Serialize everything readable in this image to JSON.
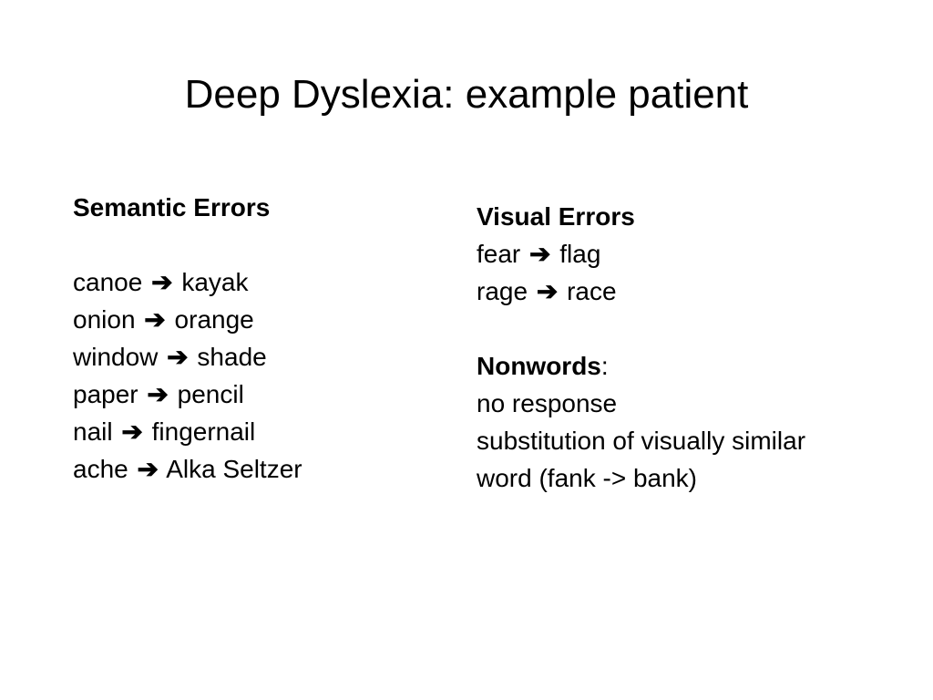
{
  "slide": {
    "title": "Deep Dyslexia: example patient"
  },
  "left_column": {
    "heading": "Semantic Errors",
    "pairs": [
      {
        "from": "canoe",
        "to": "kayak"
      },
      {
        "from": "onion",
        "to": "orange"
      },
      {
        "from": "window",
        "to": "shade"
      },
      {
        "from": "paper",
        "to": "pencil"
      },
      {
        "from": "nail",
        "to": "fingernail"
      },
      {
        "from": "ache",
        "to": "Alka Seltzer"
      }
    ]
  },
  "right_column": {
    "heading": "Visual Errors",
    "pairs": [
      {
        "from": "fear",
        "to": "flag"
      },
      {
        "from": "rage",
        "to": "race"
      }
    ],
    "nonwords_heading": "Nonwords",
    "nonwords_colon": ":",
    "nonwords_lines": [
      "no response",
      "substitution of visually similar",
      "word (fank -> bank)"
    ]
  },
  "icons": {
    "arrow": "right-arrow-icon",
    "arrow_glyph": "➔"
  }
}
